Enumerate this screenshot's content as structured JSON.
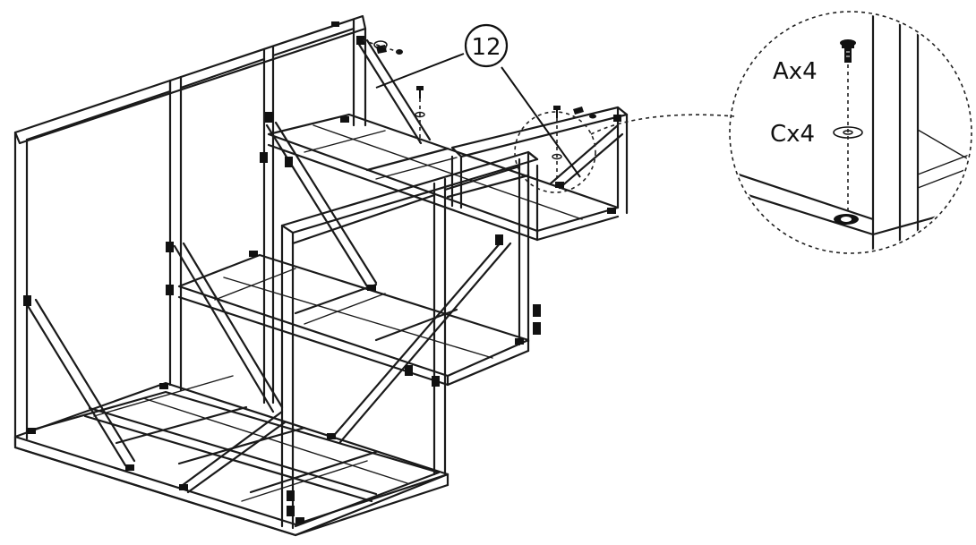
{
  "step_number": "12",
  "hardware": [
    {
      "label": "Ax4",
      "icon": "screw-icon"
    },
    {
      "label": "Cx4",
      "icon": "washer-icon"
    }
  ],
  "colors": {
    "line": "#1a1a1a",
    "background": "#ffffff"
  }
}
